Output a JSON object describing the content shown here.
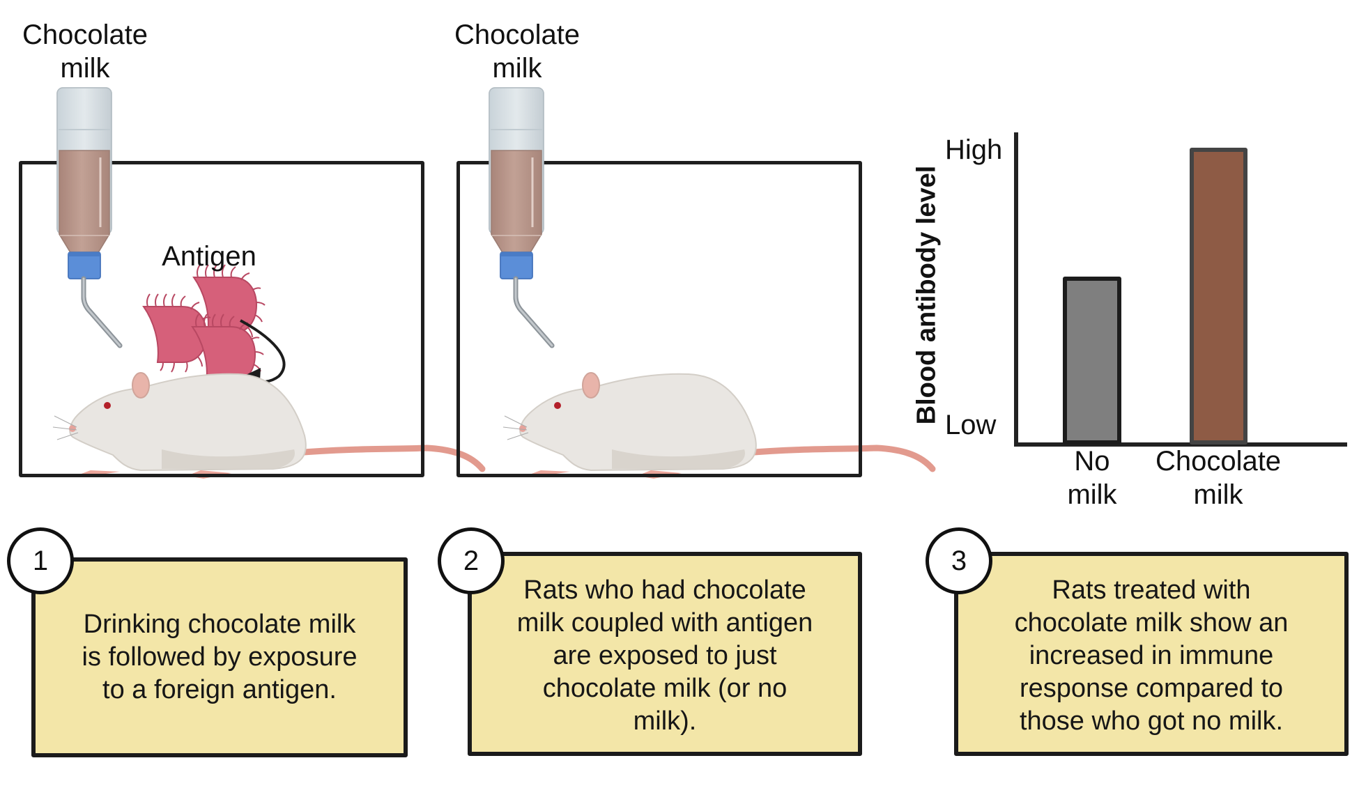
{
  "panels": [
    {
      "step": "1",
      "bottle_label": [
        "Chocolate",
        "milk"
      ],
      "antigen_label": "Antigen",
      "caption": [
        "Drinking chocolate milk",
        "is followed by exposure",
        "to a foreign antigen."
      ]
    },
    {
      "step": "2",
      "bottle_label": [
        "Chocolate",
        "milk"
      ],
      "caption": [
        "Rats who had chocolate",
        "milk coupled with antigen",
        "are exposed to just",
        "chocolate milk (or no",
        "milk)."
      ]
    },
    {
      "step": "3",
      "caption": [
        "Rats treated with",
        "chocolate milk show an",
        "increased in immune",
        "response compared to",
        "those who got no milk."
      ]
    }
  ],
  "icons": {
    "bottle": "water-bottle-icon",
    "rat": "rat-icon",
    "antigen": "bacteria-antigen-icon",
    "arrow": "curved-arrow-icon"
  },
  "colors": {
    "milk": "#b8968b",
    "bottle_cap": "#5b8ed8",
    "antigen": "#d9607a",
    "caption_bg": "#f3e6a8",
    "bar_no_milk": "#7f7f7f",
    "bar_chocolate": "#8e5b45"
  },
  "chart_data": {
    "type": "bar",
    "title": "",
    "xlabel": "",
    "ylabel": "Blood antibody level",
    "categories": [
      "No milk",
      "Chocolate milk"
    ],
    "category_lines": [
      [
        "No",
        "milk"
      ],
      [
        "Chocolate",
        "milk"
      ]
    ],
    "values": [
      0.56,
      0.95
    ],
    "ytick_labels": [
      "Low",
      "High"
    ],
    "ylim": [
      0,
      1
    ],
    "grid": false,
    "legend": null,
    "bar_colors": [
      "#7f7f7f",
      "#8e5b45"
    ]
  }
}
